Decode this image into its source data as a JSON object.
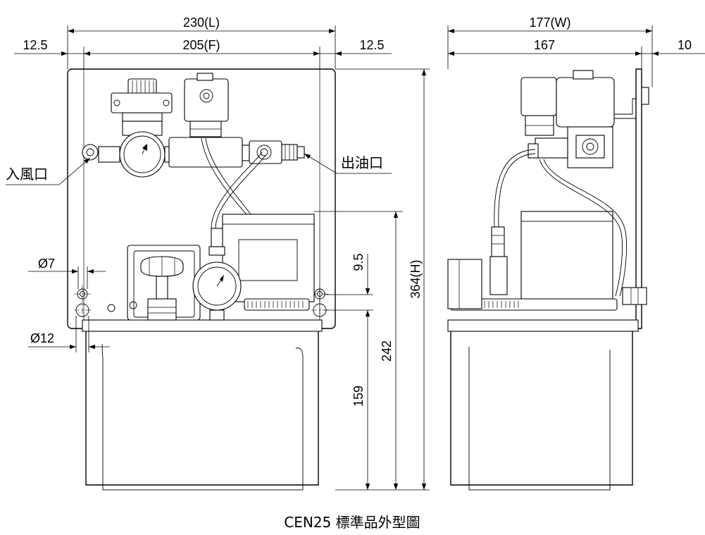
{
  "dimensions": {
    "length": "230(L)",
    "flange": "205(F)",
    "margin_left": "12.5",
    "margin_right": "12.5",
    "width": "177(W)",
    "side_inner": "167",
    "side_ear": "10",
    "height": "364(H)",
    "level_242": "242",
    "level_159": "159",
    "offset_9_5": "9.5",
    "hole_small": "Ø7",
    "hole_large": "Ø12"
  },
  "labels": {
    "air_inlet": "入風口",
    "oil_outlet": "出油口"
  },
  "caption": "CEN25 標準品外型圖"
}
